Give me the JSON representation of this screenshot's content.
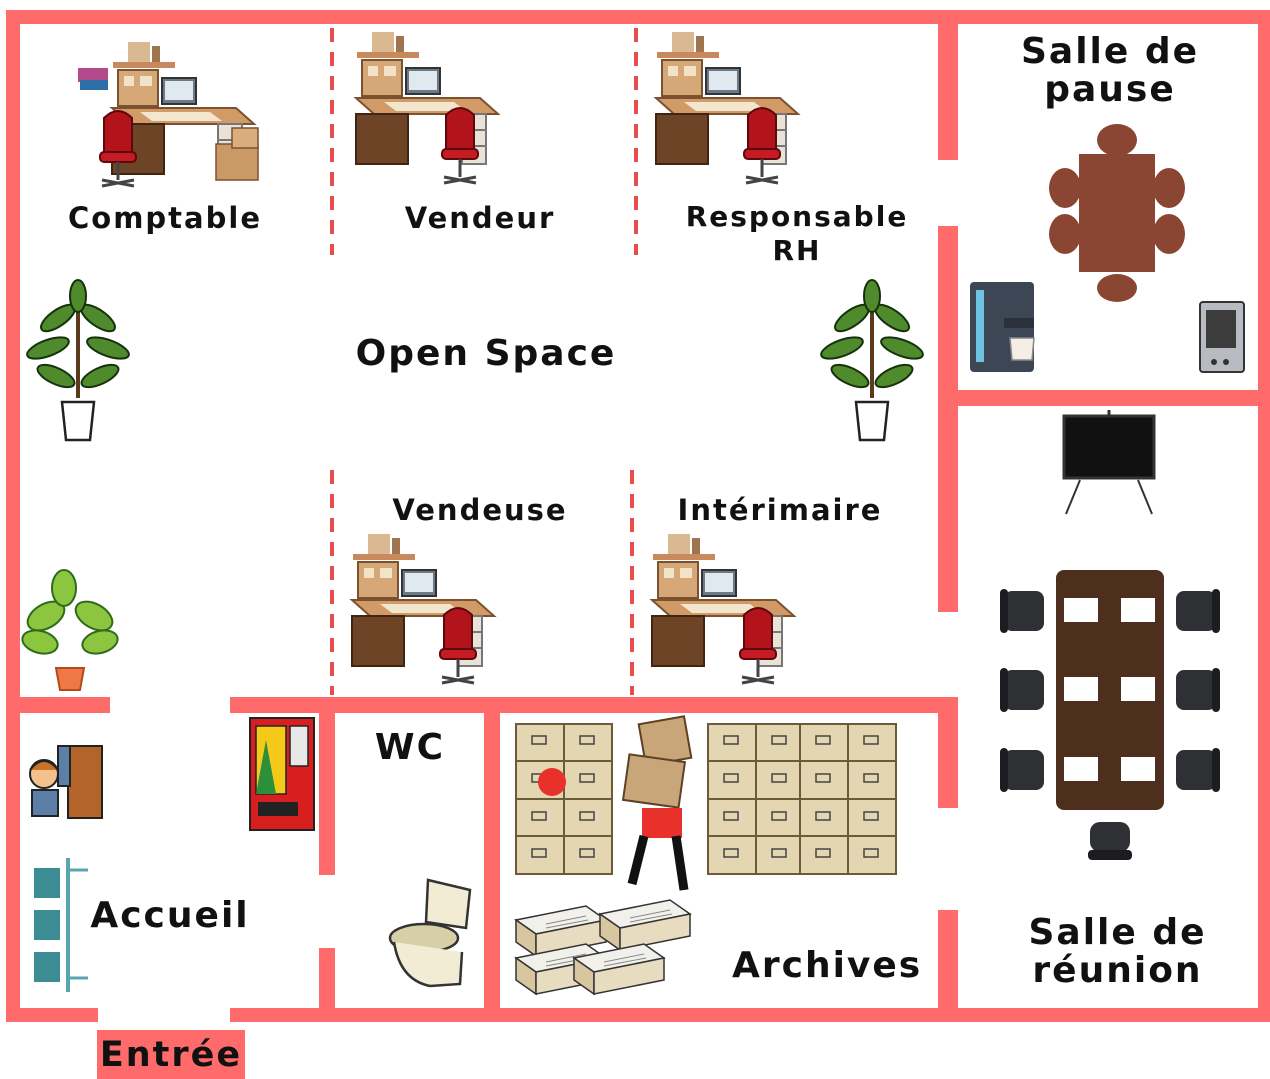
{
  "colors": {
    "wall": "#ff6b6b",
    "label": "#111111",
    "wood": "#5a3420",
    "meeting_table": "#4e2e1c",
    "break_table": "#8a4632"
  },
  "rooms": {
    "open_space": "Open Space",
    "break_room": {
      "line1": "Salle de",
      "line2": "pause"
    },
    "meeting_room": {
      "line1": "Salle de",
      "line2": "réunion"
    },
    "reception": "Accueil",
    "wc": "WC",
    "archives": "Archives"
  },
  "workstations": {
    "comptable": "Comptable",
    "vendeur": "Vendeur",
    "responsable_rh": {
      "line1": "Responsable",
      "line2": "RH"
    },
    "vendeuse": "Vendeuse",
    "interimaire": "Intérimaire"
  },
  "entrance": "Entrée",
  "icons": [
    "desk-icon",
    "office-chair-icon",
    "plant-icon",
    "coffee-machine-icon",
    "microwave-icon",
    "whiteboard-icon",
    "meeting-table-icon",
    "vending-machine-icon",
    "receptionist-icon",
    "waiting-chairs-icon",
    "toilet-icon",
    "filing-cabinet-icon",
    "worker-carrying-boxes-icon",
    "archive-boxes-icon"
  ]
}
